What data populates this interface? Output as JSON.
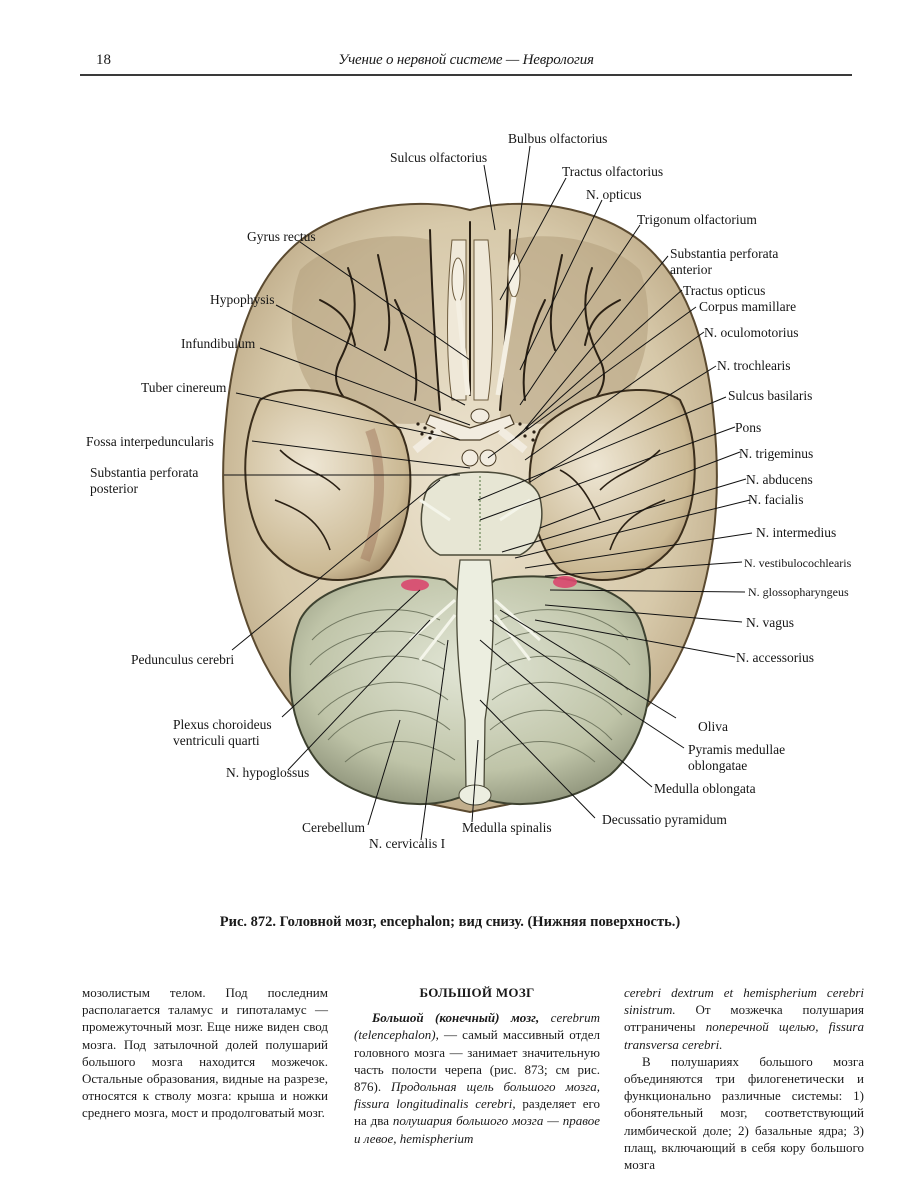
{
  "header": {
    "page_number": "18",
    "running_title": "Учение о нервной системе — Неврология"
  },
  "figure": {
    "labels": {
      "bulbus_olfactorius": "Bulbus olfactorius",
      "sulcus_olfactorius": "Sulcus olfactorius",
      "tractus_olfactorius": "Tractus olfactorius",
      "n_opticus": "N. opticus",
      "trigonum_olfactorium": "Trigonum olfactorium",
      "gyrus_rectus": "Gyrus rectus",
      "substantia_perforata_anterior_1": "Substantia perforata",
      "substantia_perforata_anterior_2": "anterior",
      "tractus_opticus": "Tractus opticus",
      "corpus_mamillare": "Corpus mamillare",
      "hypophysis": "Hypophysis",
      "n_oculomotorius": "N. oculomotorius",
      "infundibulum": "Infundibulum",
      "n_trochlearis": "N. trochlearis",
      "tuber_cinereum": "Tuber cinereum",
      "sulcus_basilaris": "Sulcus basilaris",
      "pons": "Pons",
      "fossa_interpeduncularis": "Fossa interpeduncularis",
      "n_trigeminus": "N. trigeminus",
      "substantia_perforata_posterior_1": "Substantia perforata",
      "substantia_perforata_posterior_2": "posterior",
      "n_abducens": "N. abducens",
      "n_facialis": "N. facialis",
      "n_intermedius": "N. intermedius",
      "n_vestibulocochlearis": "N. vestibulocochlearis",
      "n_glossopharyngeus": "N. glossopharyngeus",
      "n_vagus": "N. vagus",
      "pedunculus_cerebri": "Pedunculus cerebri",
      "n_accessorius": "N. accessorius",
      "plexus_choroideus_1": "Plexus choroideus",
      "plexus_choroideus_2": "ventriculi quarti",
      "oliva": "Oliva",
      "pyramis_1": "Pyramis medullae",
      "pyramis_2": "oblongatae",
      "n_hypoglossus": "N. hypoglossus",
      "medulla_oblongata": "Medulla oblongata",
      "decussatio_pyramidum": "Decussatio pyramidum",
      "cerebellum": "Cerebellum",
      "medulla_spinalis": "Medulla spinalis",
      "n_cervicalis_1": "N. cervicalis I"
    },
    "caption": "Рис. 872. Головной мозг, encephalon; вид снизу. (Нижняя поверхность.)",
    "colors": {
      "cerebrum": "#d9ccb0",
      "cerebrum_shade": "#a89272",
      "cerebellum": "#c9ccb4",
      "cerebellum_shade": "#8e937a",
      "plexus": "#d9476e"
    }
  },
  "body": {
    "col1": {
      "p1": "мозолистым телом. Под последним располагается таламус и гипоталамус — промежуточный мозг. Еще ниже виден свод мозга. Под затылочной долей полушарий большого мозга находится мозжечок. Остальные образования, видные на разрезе, относятся к стволу мозга: крыша и ножки среднего мозга, мост и продолговатый мозг."
    },
    "col2": {
      "section_title": "БОЛЬШОЙ МОЗГ",
      "t1_bold_italic": "Большой (конечный) мозг,",
      "t2_italic": "cerebrum (telencephalon),",
      "t3": " — самый массивный отдел головного мозга — занимает значительную часть полости черепа (рис. 873; см рис. 876). ",
      "t4_italic": "Продольная щель большого мозга, fissura longitudinalis cerebri,",
      "t5": " разделяет его на два ",
      "t6_italic": "полушария большого мозга — правое и левое, hemispherium"
    },
    "col3": {
      "t1_italic": "cerebri dextrum et hemispherium cerebri sinistrum.",
      "t2": " От мозжечка полушария отграничены ",
      "t3_italic": "поперечной щелью, fissura transversa cerebri.",
      "p2": "В полушариях большого мозга объединяются три филогенетически и функционально различные системы: 1) обонятельный мозг, соответствующий лимбической доле; 2) базальные ядра; 3) плащ, включающий в себя кору большого мозга"
    }
  }
}
